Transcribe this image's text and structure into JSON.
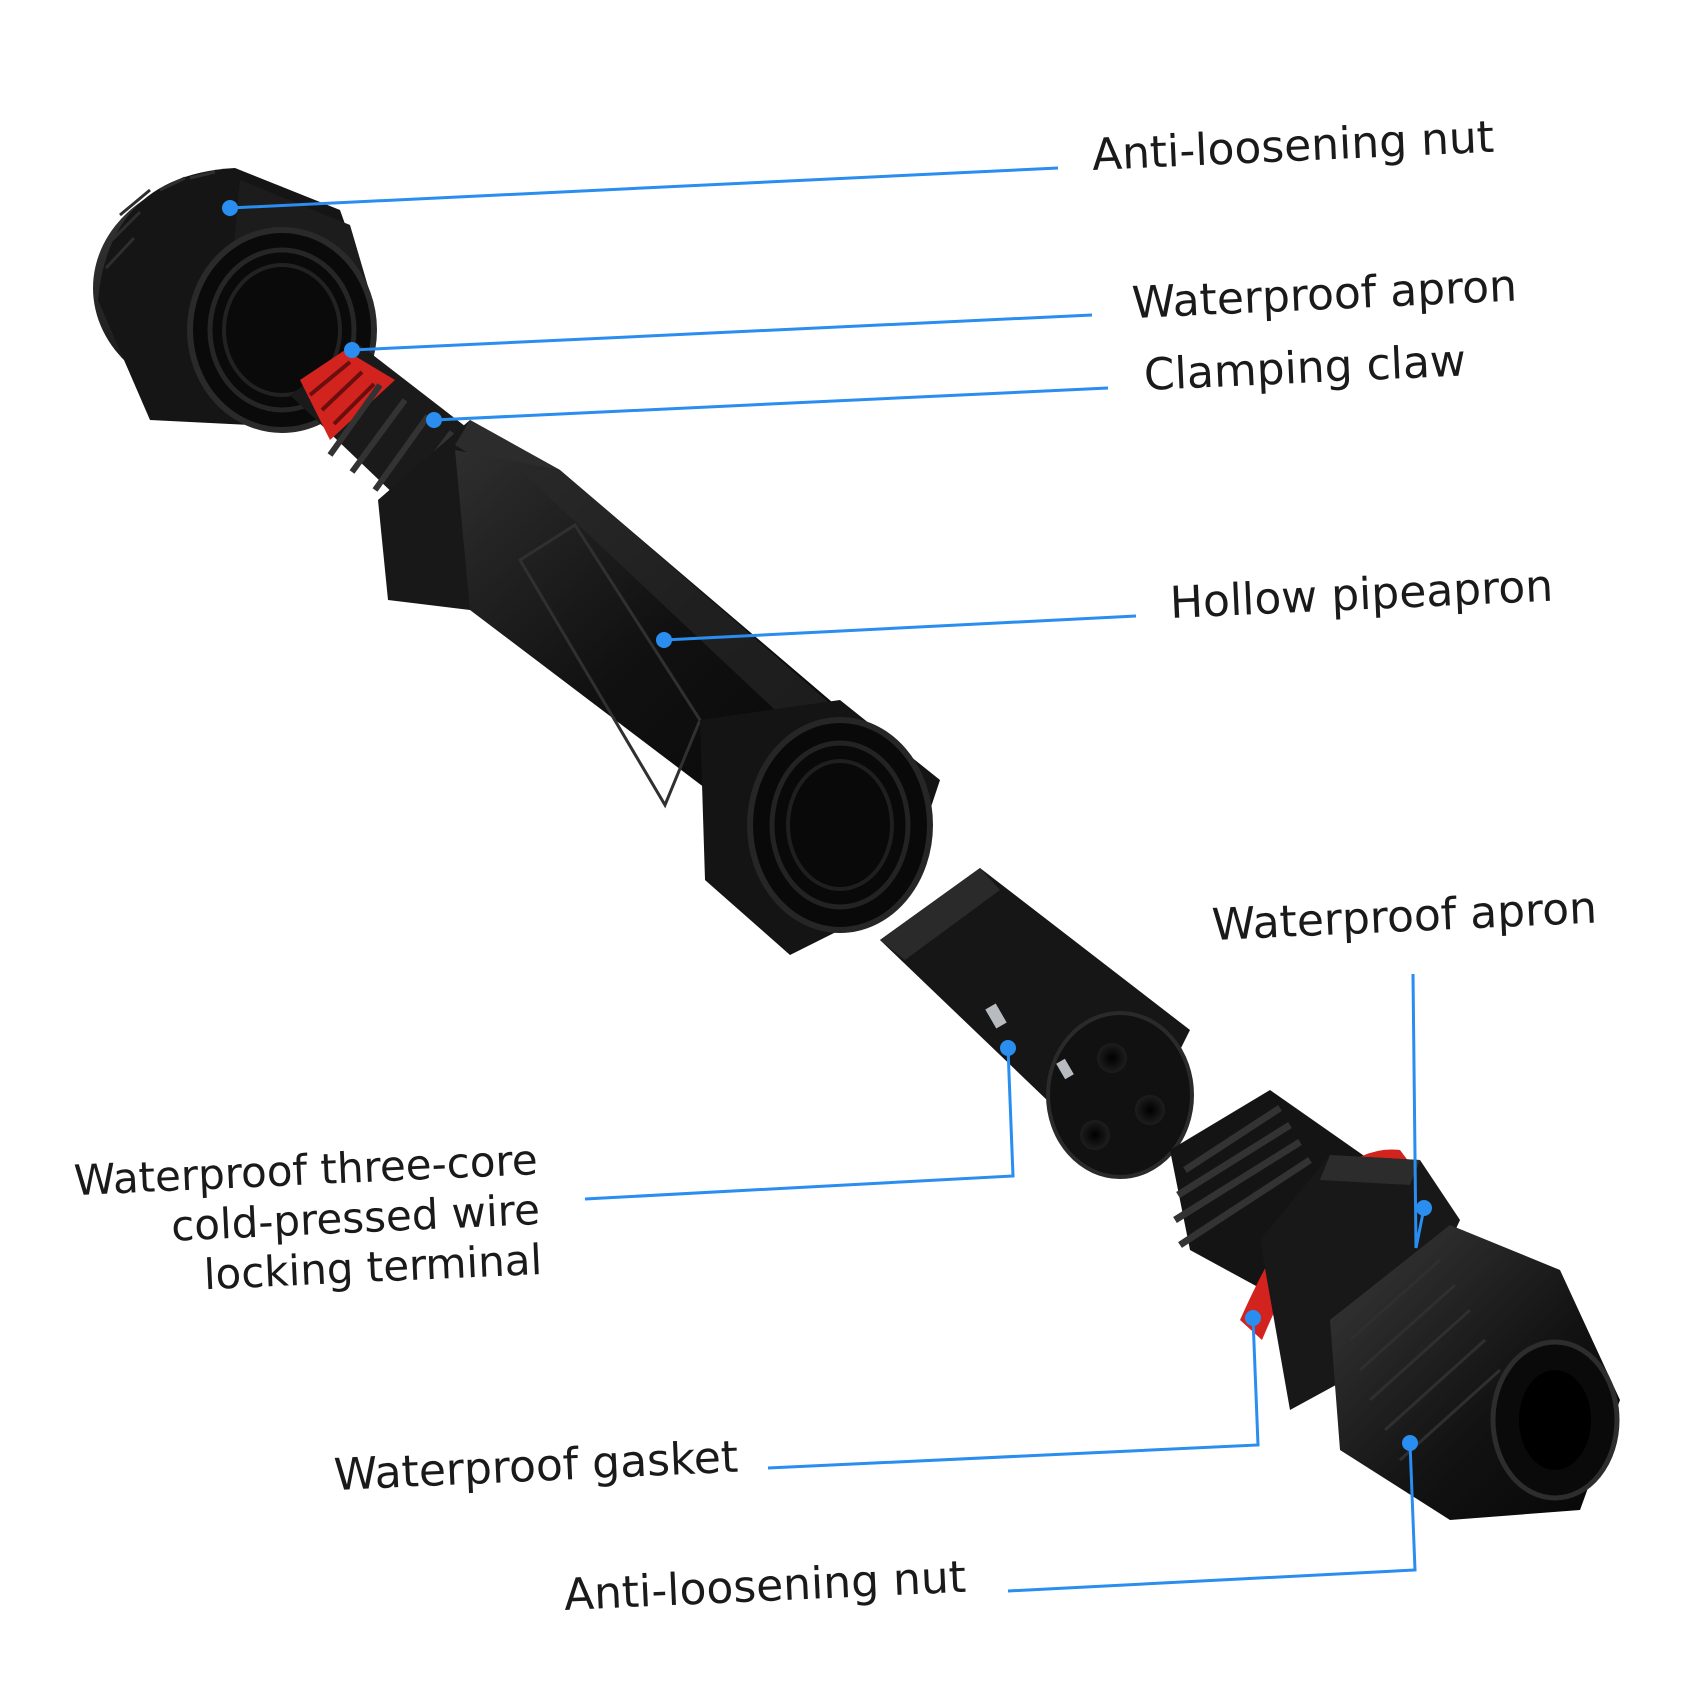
{
  "colors": {
    "leader": "#2a8df0",
    "plastic": "#141414",
    "plastic_highlight": "#3a3a3a",
    "seal_red": "#d2231f",
    "metal": "#b8bcc0"
  },
  "labels": {
    "anti_loosening_nut_top": "Anti-loosening nut",
    "waterproof_apron_top": "Waterproof apron",
    "clamping_claw": "Clamping claw",
    "hollow_pipe": "Hollow pipeapron",
    "waterproof_apron_right": "Waterproof apron",
    "terminal_line1": "Waterproof three-core",
    "terminal_line2": "cold-pressed wire",
    "terminal_line3": "locking terminal",
    "waterproof_gasket": "Waterproof gasket",
    "anti_loosening_nut_bottom": "Anti-loosening nut"
  }
}
